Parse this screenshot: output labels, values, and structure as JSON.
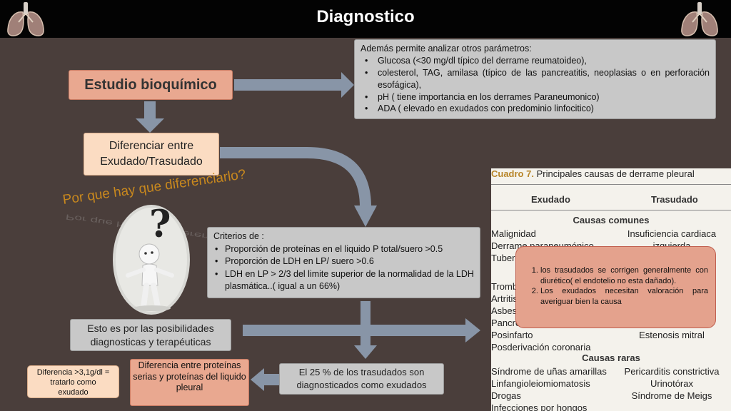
{
  "title": "Diagnostico",
  "icons": {
    "left": "lungs-icon",
    "right": "lungs-icon",
    "person": "question-person-icon"
  },
  "colors": {
    "arrow": "#8895a7",
    "question": "#c8881e",
    "accent_box": "#e9a890"
  },
  "nodes": {
    "estudio": "Estudio bioquímico",
    "diferenciar_line1": "Diferenciar entre",
    "diferenciar_line2": "Exudado/Trasudado",
    "question": "Por que hay que diferenciarlo?",
    "posibilidades_line1": "Esto es por las posibilidades",
    "posibilidades_line2": "diagnosticas y terapéuticas",
    "veinticinco_line1": "El 25 % de los trasudados son",
    "veinticinco_line2": "diagnosticados como exudados",
    "diferencia_proteinas": "Diferencia entre proteínas serias y proteínas del liquido pleural",
    "diferencia_31_line1": "Diferencia >3,1g/dl =",
    "diferencia_31_line2": "tratarlo como",
    "diferencia_31_line3": "exudado"
  },
  "params": {
    "intro": "Además permite analizar otros parámetros:",
    "items": [
      "Glucosa (<30 mg/dl típico del derrame reumatoideo),",
      "colesterol, TAG, amilasa (típico de las pancreatitis, neoplasias o en perforación esofágica),",
      "pH ( tiene importancia en los derrames Paraneumonico)",
      "ADA ( elevado en exudados con predominio linfocitico)"
    ]
  },
  "criterios": {
    "intro": "Criterios de :",
    "items": [
      "Proporción de proteínas en el liquido P total/suero >0.5",
      "Proporción de LDH en LP/ suero >0.6",
      "LDH en LP > 2/3 del limite superior de la normalidad de la LDH plasmática..( igual a un 66%)"
    ]
  },
  "cuadro": {
    "num": "Cuadro 7.",
    "caption": "Principales causas de derrame pleural",
    "col_exudado": "Exudado",
    "col_trasudado": "Trasudado",
    "sec_comunes": "Causas comunes",
    "sec_raras": "Causas raras",
    "left_comunes": [
      "Malignidad",
      "Derrame paraneumónico",
      "Tubero",
      "Tromb",
      "Artritis",
      "Asbes",
      "Pancre",
      "Posinfarto",
      "Posderivación coronaria"
    ],
    "right_comunes": [
      "Insuficiencia cardiaca",
      "izquierda",
      "Estenosis mitral"
    ],
    "left_raras": [
      "Síndrome de uñas amarillas",
      "Linfangioleiomiomatosis",
      "Drogas",
      "Infecciones por hongos"
    ],
    "right_raras": [
      "Pericarditis constrictiva",
      "Urinotórax",
      "Síndrome de Meigs"
    ]
  },
  "note": {
    "items": [
      "los trasudados se corrigen generalmente con diurético( el endotelio no esta dañado).",
      "Los exudados necesitan valoración para averiguar bien la causa"
    ]
  }
}
